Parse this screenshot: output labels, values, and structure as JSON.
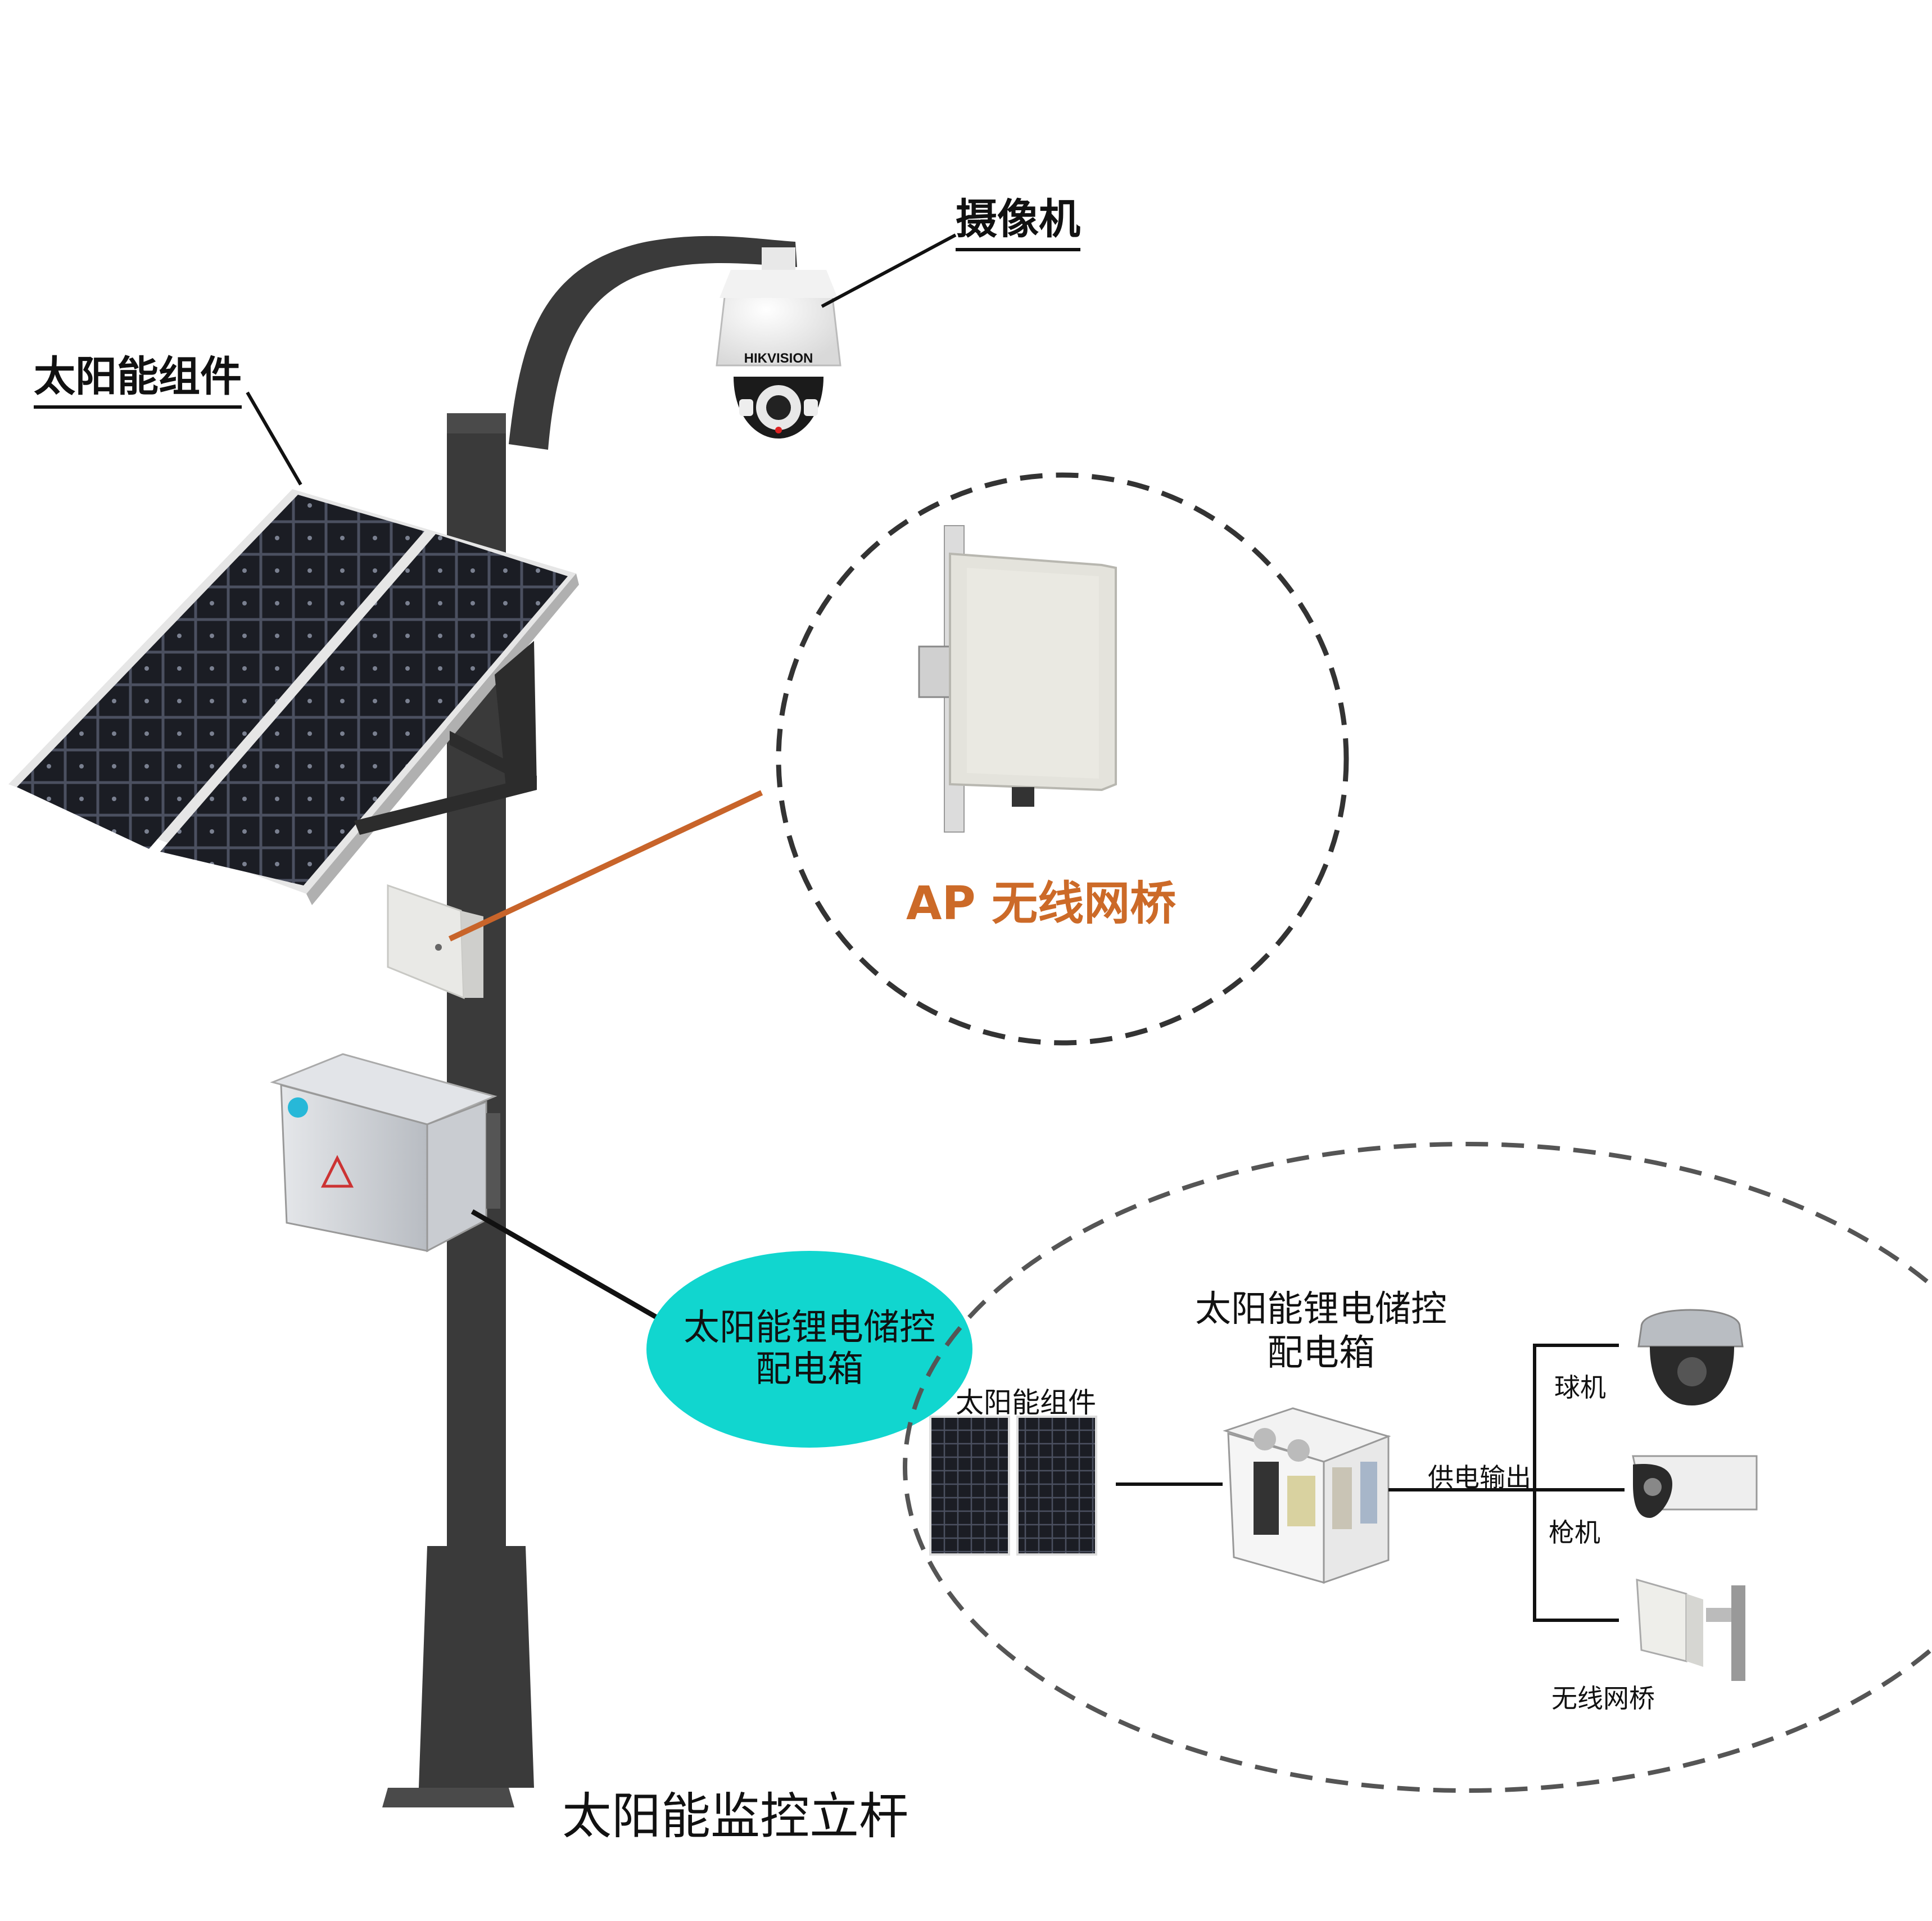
{
  "labels": {
    "camera": "摄像机",
    "solar_module": "太阳能组件",
    "ap_bridge": "AP 无线网桥",
    "callout_line1": "太阳能锂电储控",
    "callout_line2": "配电箱",
    "box_title_line1": "太阳能锂电储控",
    "box_title_line2": "配电箱",
    "inner_solar_module": "太阳能组件",
    "power_output": "供电输出",
    "dome_camera": "球机",
    "bullet_camera": "枪机",
    "wireless_bridge": "无线网桥",
    "pole_title": "太阳能监控立杆",
    "camera_brand": "HIKVISION"
  },
  "colors": {
    "pole": "#3a3a3a",
    "panel": "#1b1d24",
    "ap_leader": "#c8642a",
    "callout_fill": "#11d6cf",
    "dashed": "#555555"
  }
}
